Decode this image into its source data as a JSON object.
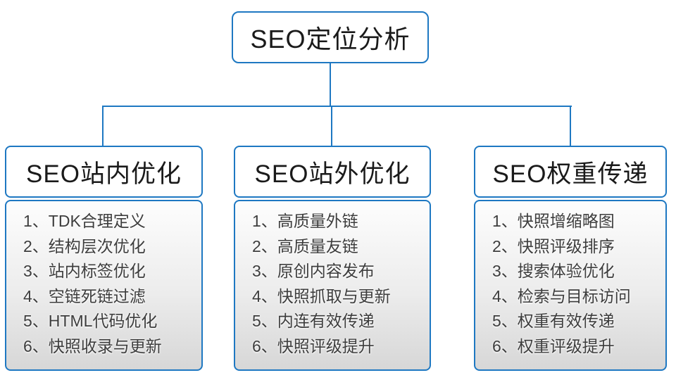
{
  "diagram": {
    "root_title": "SEO定位分析",
    "columns": [
      {
        "title": "SEO站内优化",
        "items": [
          "1、TDK合理定义",
          "2、结构层次优化",
          "3、站内标签优化",
          "4、空链死链过滤",
          "5、HTML代码优化",
          "6、快照收录与更新"
        ]
      },
      {
        "title": "SEO站外优化",
        "items": [
          "1、高质量外链",
          "2、高质量友链",
          "3、原创内容发布",
          "4、快照抓取与更新",
          "5、内连有效传递",
          "6、快照评级提升"
        ]
      },
      {
        "title": "SEO权重传递",
        "items": [
          "1、快照增缩略图",
          "2、快照评级排序",
          "3、搜索体验优化",
          "4、检索与目标访问",
          "5、权重有效传递",
          "6、权重评级提升"
        ]
      }
    ],
    "colors": {
      "accent_blue": "#1e78c2",
      "title_text": "#1a1a1a",
      "item_text": "#3d3d3d",
      "list_gradient_top": "#fdfdfd",
      "list_gradient_bottom": "#d7d7d7"
    }
  }
}
